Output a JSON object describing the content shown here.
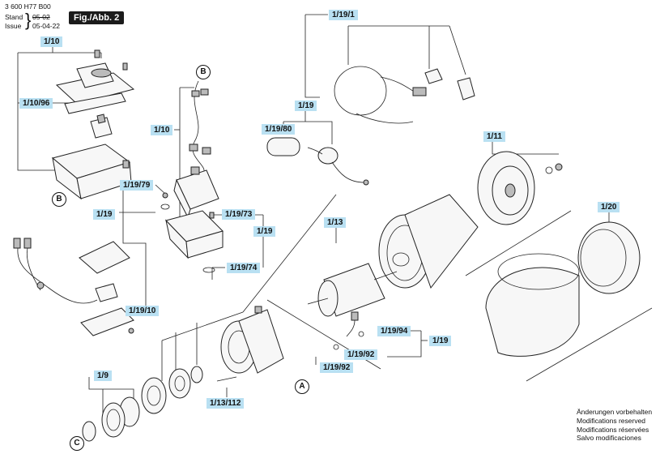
{
  "header": {
    "part_no": "3 600 H77 B00",
    "stand_label": "Stand",
    "stand_date": "05-02",
    "issue_label": "Issue",
    "issue_date": "05-04-22",
    "figure": "Fig./Abb. 2"
  },
  "labels": {
    "l1_10_top": "1/10",
    "l1_10_96": "1/10/96",
    "l1_10_mid": "1/10",
    "l1_19_79": "1/19/79",
    "l1_19_left": "1/19",
    "l1_19_73": "1/19/73",
    "l1_19_mid": "1/19",
    "l1_19_74": "1/19/74",
    "l1_19_10": "1/19/10",
    "l1_19_1": "1/19/1",
    "l1_19_cap": "1/19",
    "l1_19_80": "1/19/80",
    "l1_13": "1/13",
    "l1_11": "1/11",
    "l1_20": "1/20",
    "l1_19_94": "1/19/94",
    "l1_19_right": "1/19",
    "l1_19_92a": "1/19/92",
    "l1_19_92b": "1/19/92",
    "l1_9": "1/9",
    "l1_13_112": "1/13/112"
  },
  "callouts": {
    "b_left": "B",
    "b_right": "B",
    "a": "A",
    "c": "C"
  },
  "modifications": [
    "Änderungen vorbehalten",
    "Modifications reserved",
    "Modifications réservées",
    "Salvo modificaciones"
  ]
}
